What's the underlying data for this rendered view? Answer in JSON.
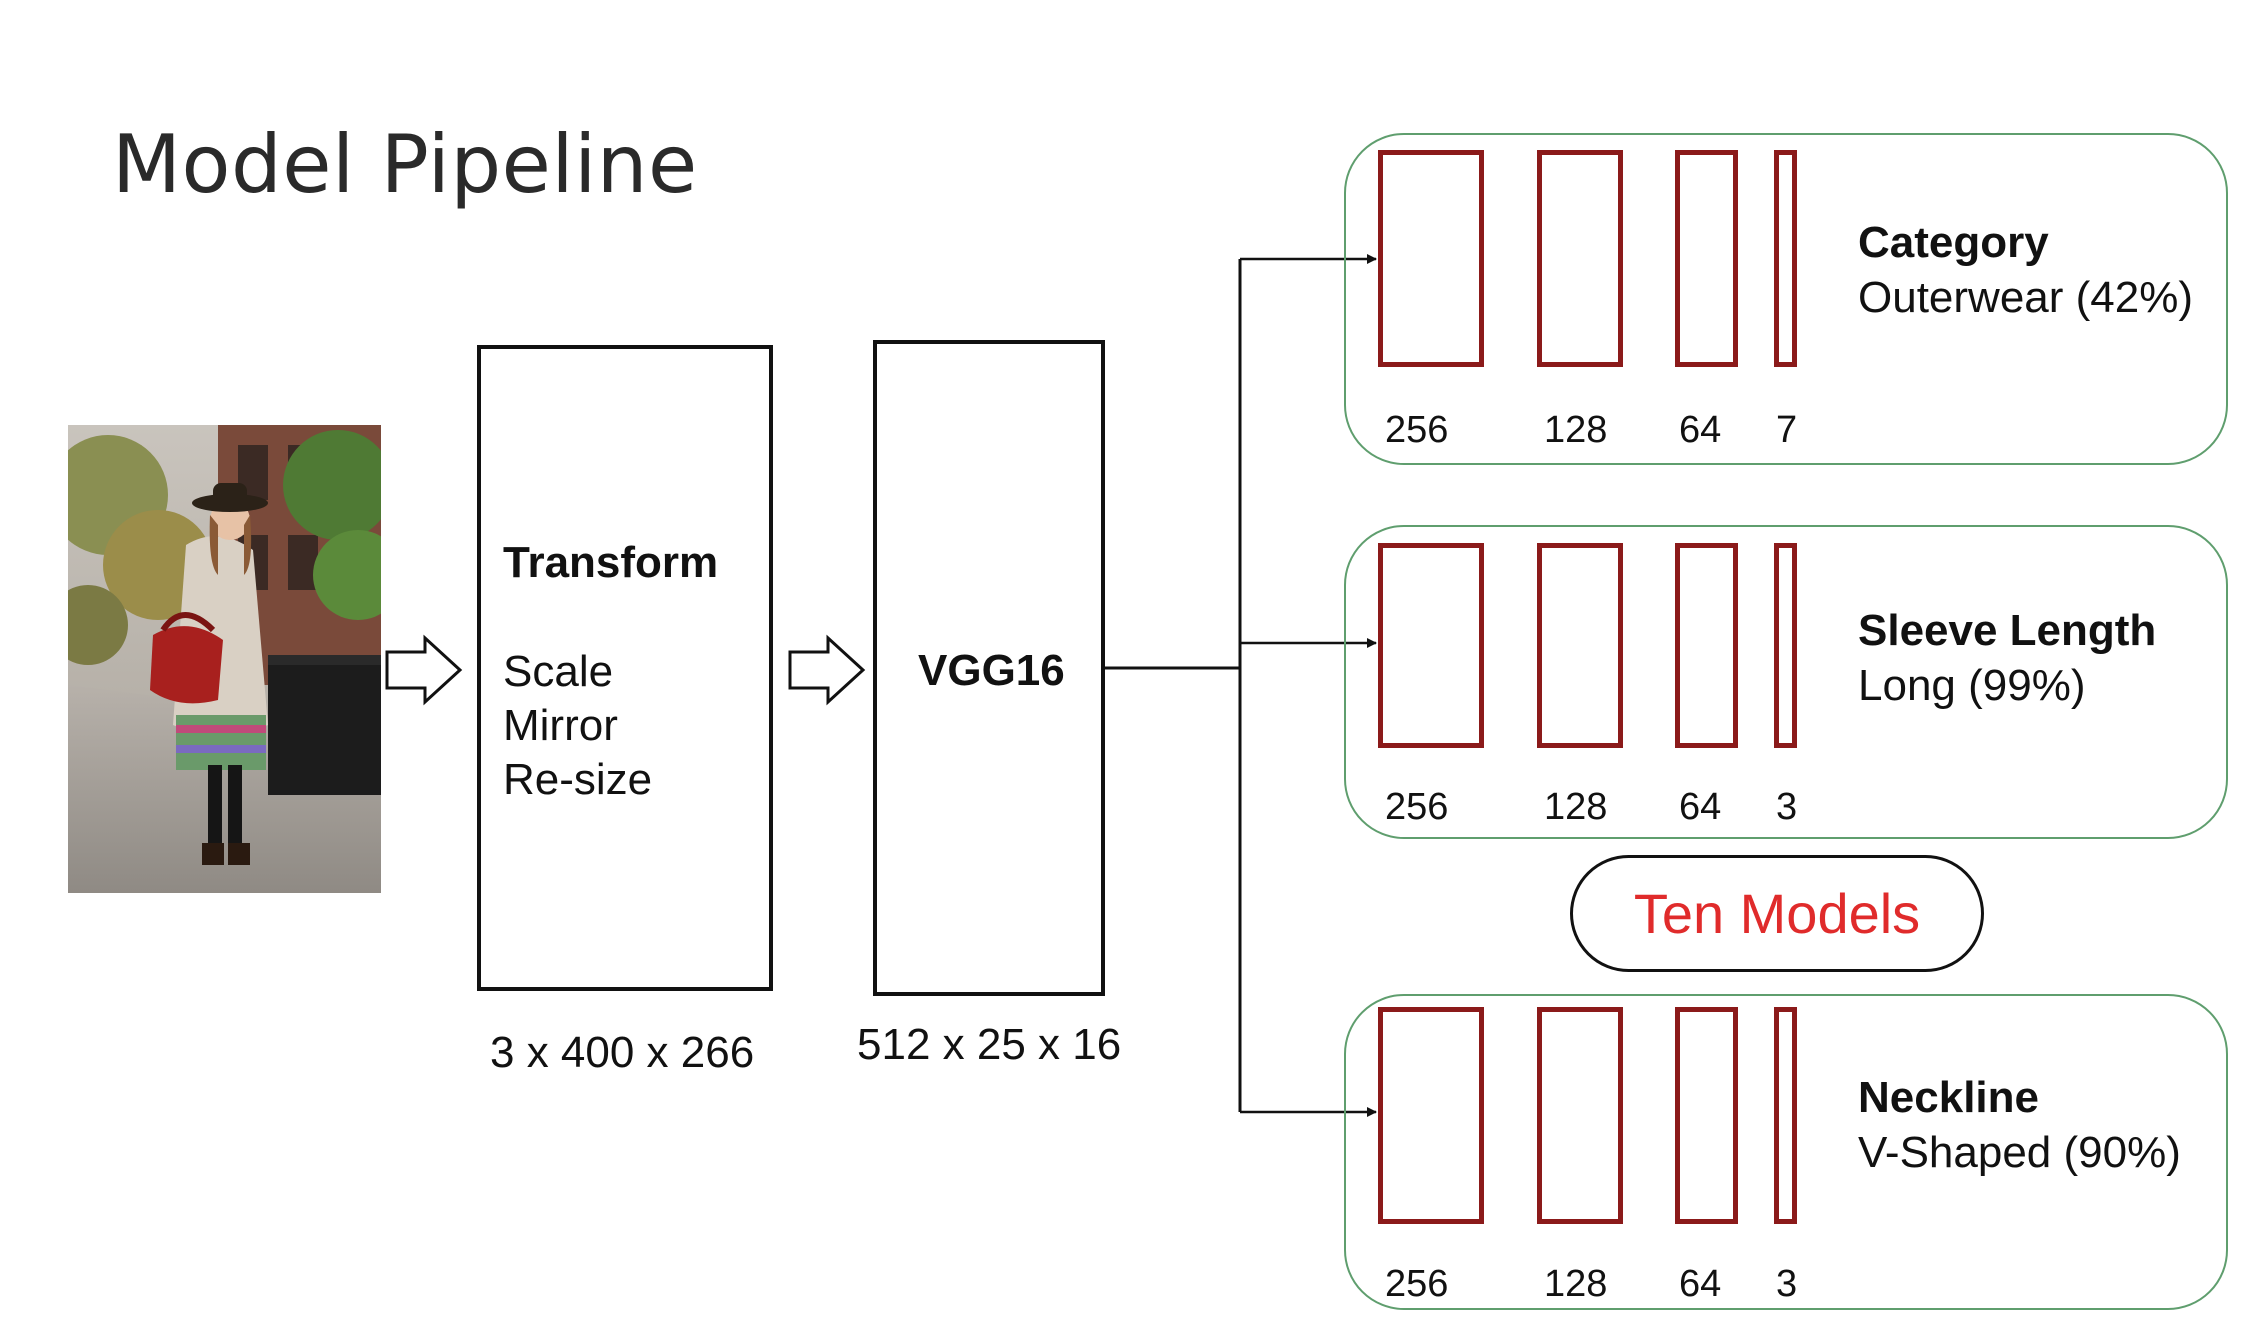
{
  "title": "Model Pipeline",
  "transform": {
    "heading": "Transform",
    "steps": [
      "Scale",
      "Mirror",
      "Re-size"
    ],
    "dims": "3 x 400 x 266"
  },
  "vgg": {
    "heading": "VGG16",
    "dims": "512 x 25 x 16"
  },
  "heads": [
    {
      "title": "Category",
      "prediction": "Outerwear (42%)",
      "layers": [
        "256",
        "128",
        "64",
        "7"
      ]
    },
    {
      "title": "Sleeve Length",
      "prediction": "Long (99%)",
      "layers": [
        "256",
        "128",
        "64",
        "3"
      ]
    },
    {
      "title": "Neckline",
      "prediction": "V-Shaped (90%)",
      "layers": [
        "256",
        "128",
        "64",
        "3"
      ]
    }
  ],
  "ten_models": "Ten Models",
  "colors": {
    "layer_border": "#8b1a1a",
    "panel_border": "#5f9e6e",
    "ten_models_text": "#e02b2b"
  }
}
